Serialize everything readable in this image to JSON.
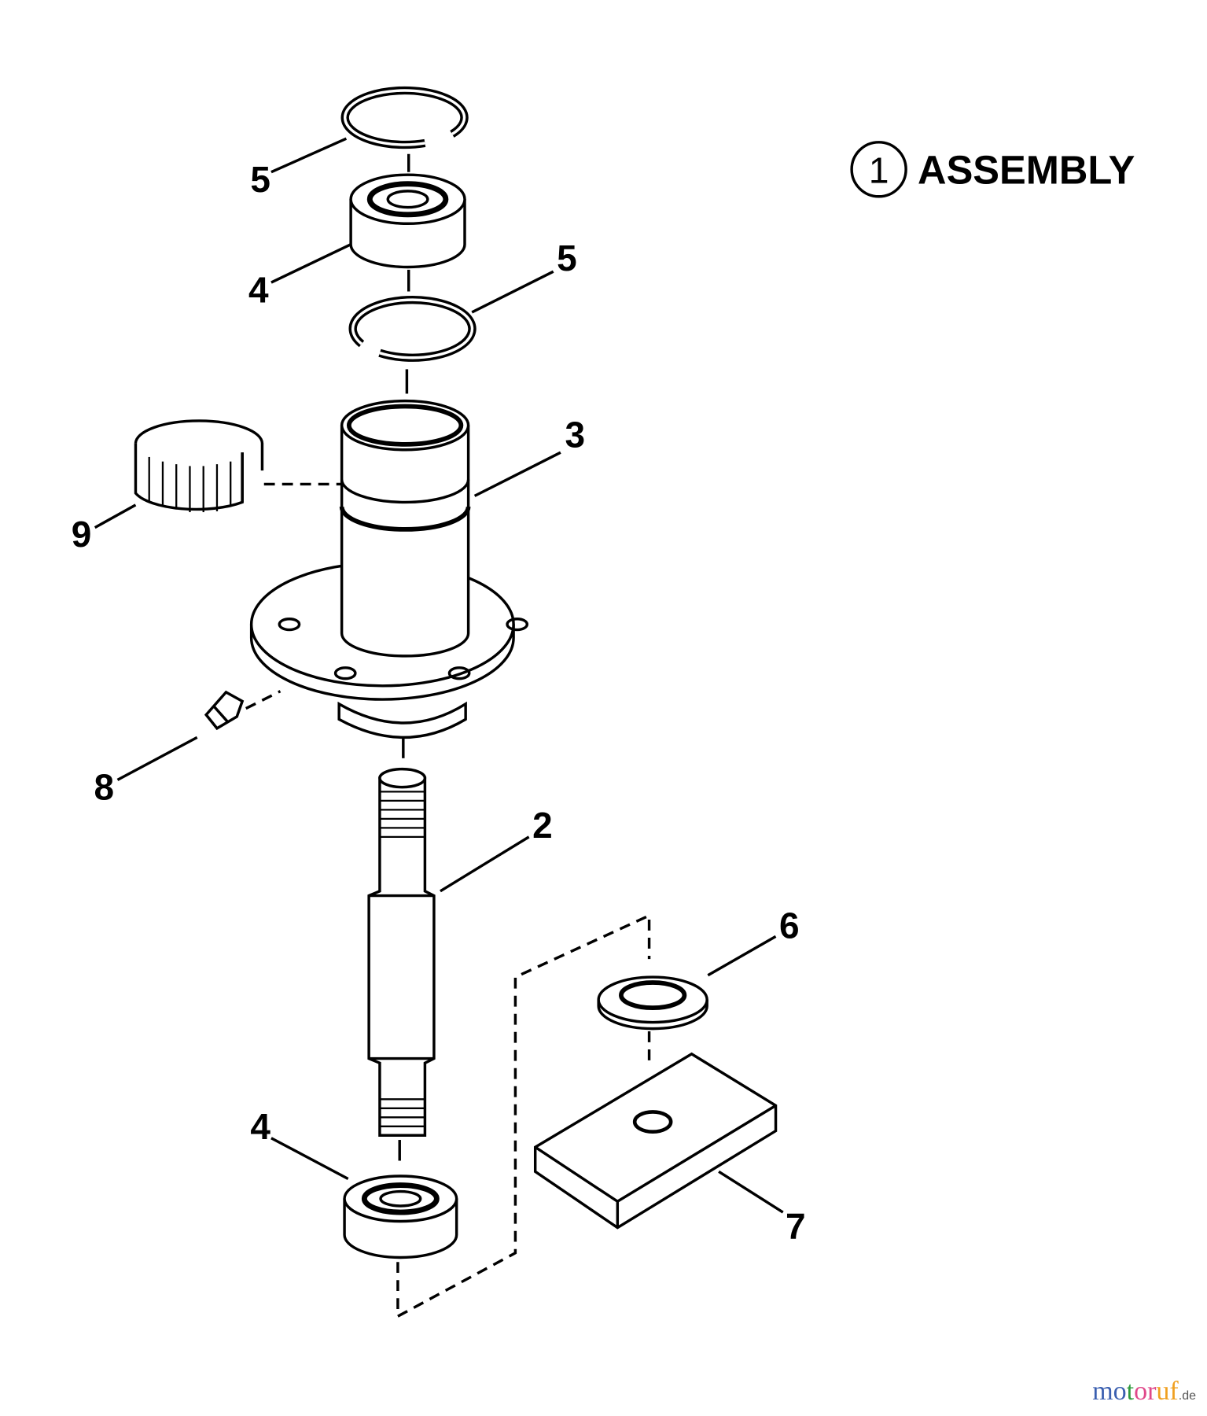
{
  "title": {
    "number": "1",
    "text": "ASSEMBLY"
  },
  "callouts": {
    "retaining_ring_top": "5",
    "bearing_top": "4",
    "retaining_ring_lower": "5",
    "spindle_housing": "3",
    "bushing": "9",
    "grease_fitting": "8",
    "spindle_shaft": "2",
    "washer": "6",
    "plate": "7",
    "bearing_bottom": "4"
  },
  "watermark": {
    "text": "motoruf",
    "suffix": ".de",
    "colors": [
      "#3a5fb0",
      "#3a5fb0",
      "#2e9a3e",
      "#e0488a",
      "#e0488a",
      "#f0a020",
      "#f0a020"
    ]
  }
}
